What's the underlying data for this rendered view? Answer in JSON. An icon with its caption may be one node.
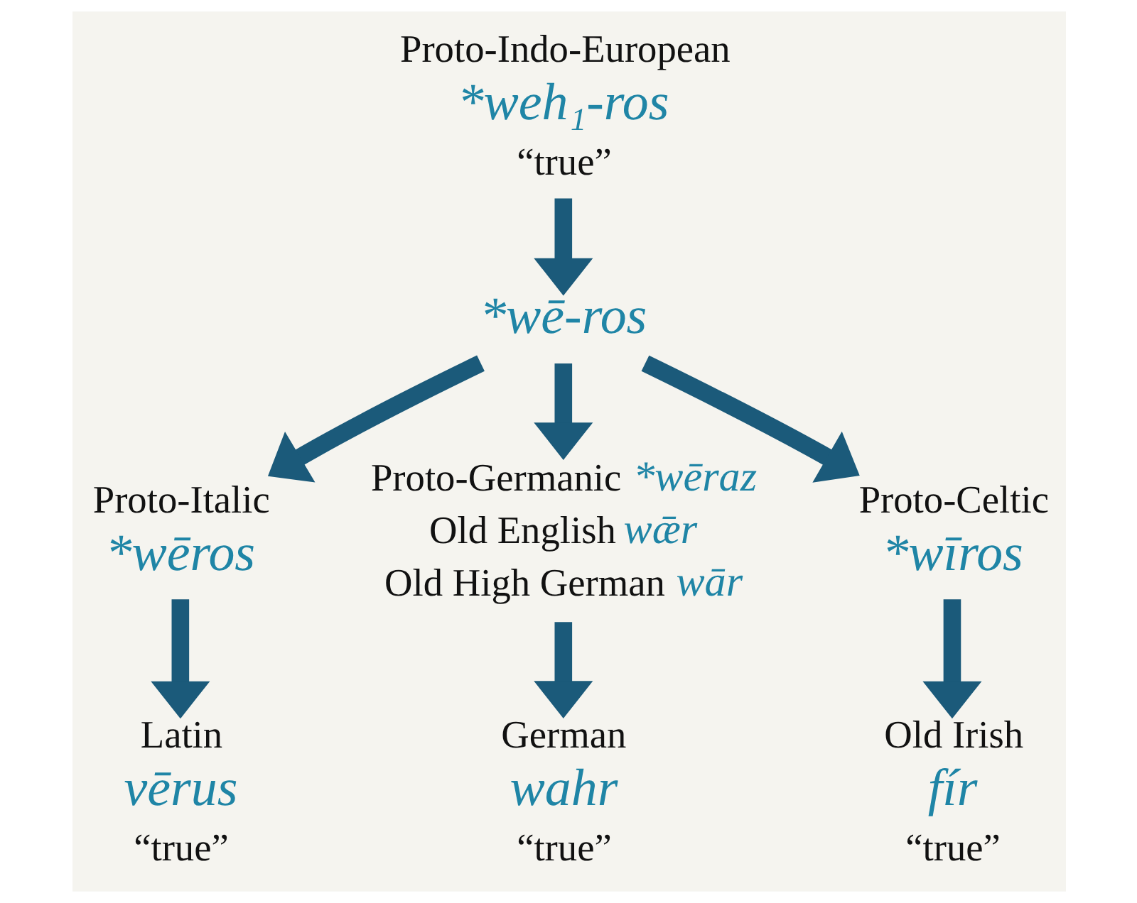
{
  "diagram": {
    "nodes": [
      {
        "text": [
          "Proto-Indo-European",
          "*weh₁-ros",
          "“true”"
        ]
      },
      {
        "text": [
          "*wē-ros"
        ]
      },
      {
        "text": [
          "Proto-Italic",
          "*wēros"
        ]
      },
      {
        "text": [
          "Proto-Germanic",
          "*wēraz",
          "Old English",
          "wǣr",
          "Old High German",
          "wār"
        ]
      },
      {
        "text": [
          "Proto-Celtic",
          "*wīros"
        ]
      },
      {
        "text": [
          "Latin",
          "vērus",
          "“true”"
        ]
      },
      {
        "text": [
          "German",
          "wahr",
          "“true”"
        ]
      },
      {
        "text": [
          "Old Irish",
          "fír",
          "“true”"
        ]
      }
    ],
    "edges": [
      {
        "from": 0,
        "to": 1,
        "arrow": "to"
      },
      {
        "from": 1,
        "to": 2,
        "arrow": "to"
      },
      {
        "from": 1,
        "to": 3,
        "arrow": "to"
      },
      {
        "from": 1,
        "to": 4,
        "arrow": "to"
      },
      {
        "from": 2,
        "to": 5,
        "arrow": "to"
      },
      {
        "from": 3,
        "to": 6,
        "arrow": "to"
      },
      {
        "from": 4,
        "to": 7,
        "arrow": "to"
      }
    ]
  }
}
